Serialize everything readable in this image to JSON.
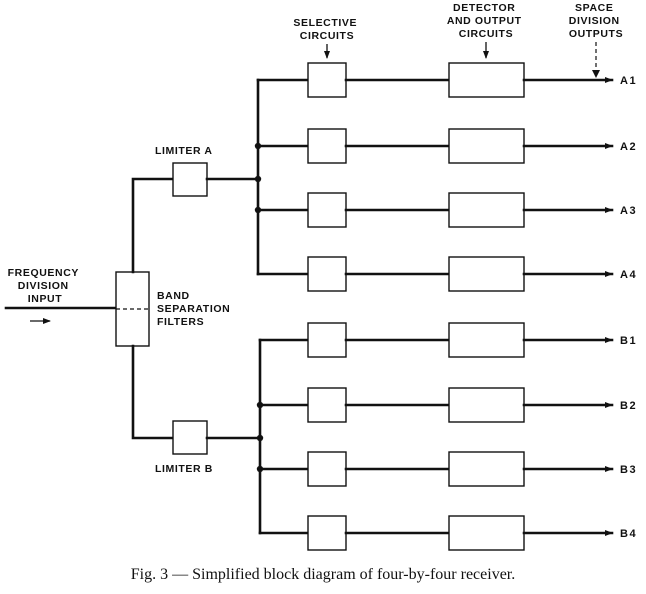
{
  "input_label": [
    "FREQUENCY",
    "DIVISION",
    "INPUT"
  ],
  "band_label": [
    "BAND",
    "SEPARATION",
    "FILTERS"
  ],
  "selective_label": [
    "SELECTIVE",
    "CIRCUITS"
  ],
  "detector_label": [
    "DETECTOR",
    "AND OUTPUT",
    "CIRCUITS"
  ],
  "space_label": [
    "SPACE",
    "DIVISION",
    "OUTPUTS"
  ],
  "limiter_a": "LIMITER A",
  "limiter_b": "LIMITER B",
  "outputs": [
    "A1",
    "A2",
    "A3",
    "A4",
    "B1",
    "B2",
    "B3",
    "B4"
  ],
  "caption": "Fig. 3 — Simplified block diagram of four-by-four receiver."
}
